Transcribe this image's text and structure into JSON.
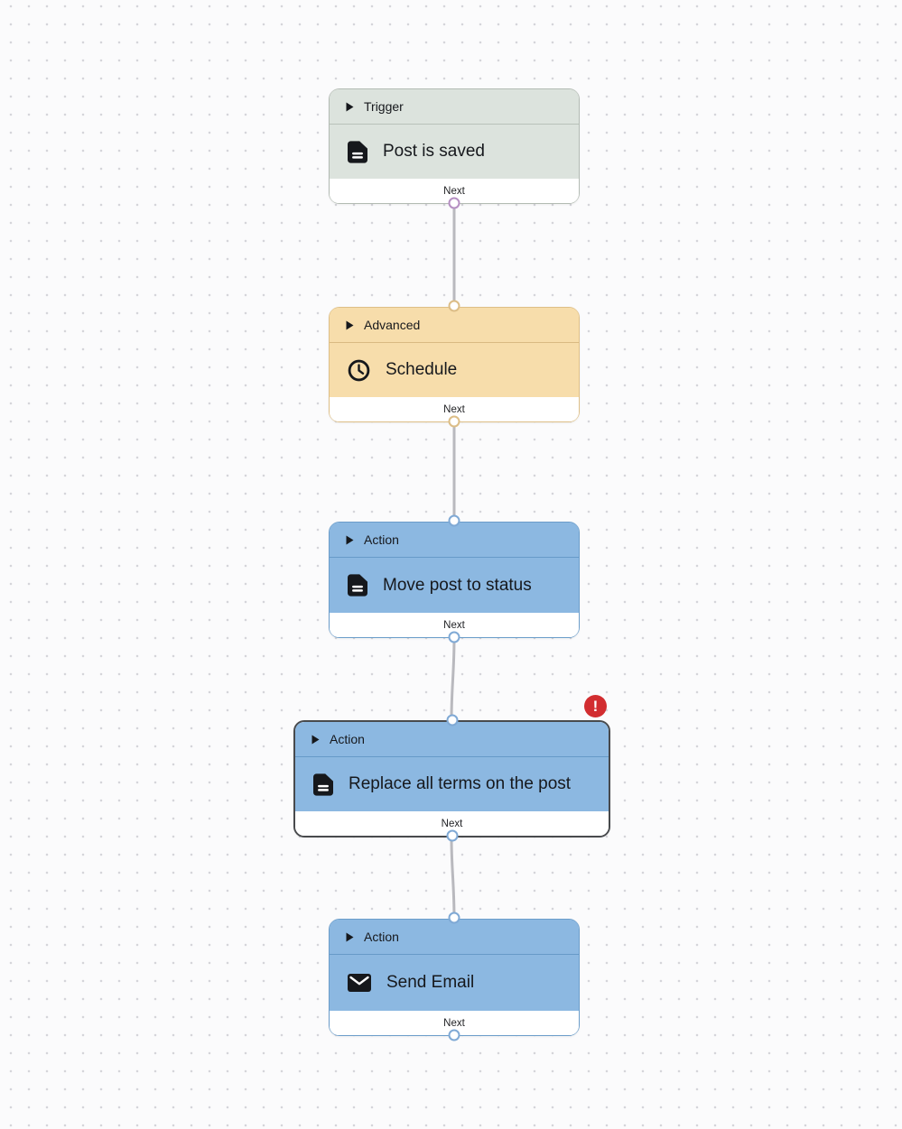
{
  "palette": {
    "canvas_background": "#fbfbfc",
    "grid_dot": "#d5d5da",
    "edge_line": "#b9b9be",
    "text": "#16181c",
    "trigger_fill": "#dce3dd",
    "trigger_border": "#b3bbb3",
    "trigger_handle": "#b58fc2",
    "advanced_fill": "#f7ddab",
    "advanced_border": "#debf87",
    "advanced_handle": "#dcbd86",
    "action_fill": "#8cb8e1",
    "action_border": "#6b9dca",
    "action_handle": "#7fa9d5",
    "selected_border": "#484a4d",
    "error_badge": "#d22d30"
  },
  "nodes": [
    {
      "category": "Trigger",
      "title": "Post is saved",
      "icon": "file-text-icon",
      "next_label": "Next"
    },
    {
      "category": "Advanced",
      "title": "Schedule",
      "icon": "clock-icon",
      "next_label": "Next"
    },
    {
      "category": "Action",
      "title": "Move post to status",
      "icon": "file-text-icon",
      "next_label": "Next"
    },
    {
      "category": "Action",
      "title": "Replace all terms on the post",
      "icon": "file-text-icon",
      "next_label": "Next",
      "selected": true
    },
    {
      "category": "Action",
      "title": "Send Email",
      "icon": "envelope-icon",
      "next_label": "Next"
    }
  ],
  "error_badge": {
    "glyph": "!"
  }
}
